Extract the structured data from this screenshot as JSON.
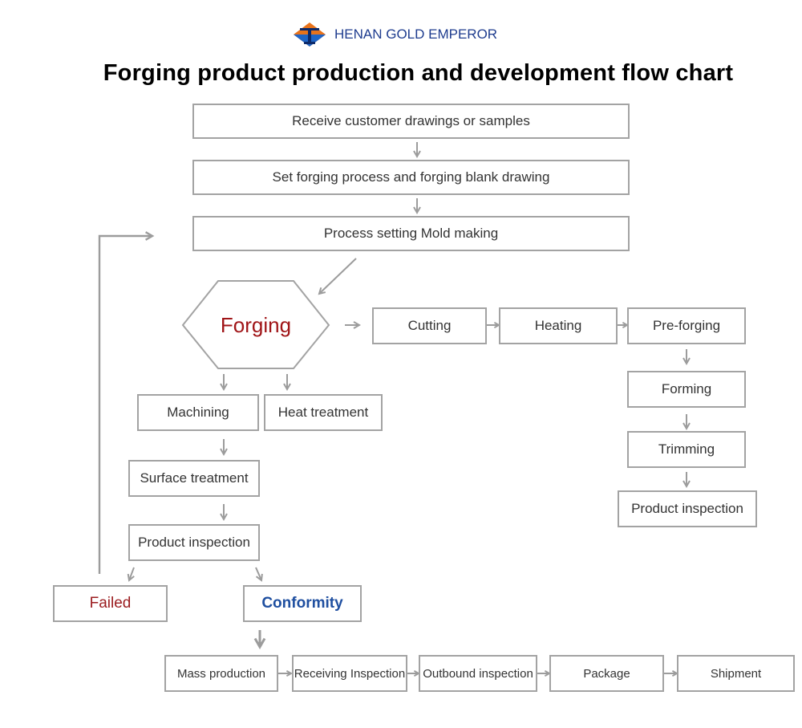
{
  "header": {
    "brand": "HENAN GOLD EMPEROR",
    "title": "Forging product production and development flow chart"
  },
  "colors": {
    "box_border": "#a3a3a3",
    "arrow": "#9c9c9c",
    "forging_text": "#a01518",
    "failed_text": "#9b1c1f",
    "conformity_text": "#1f4fa0",
    "brand_text": "#1f3d8f"
  },
  "steps": {
    "receive": "Receive customer drawings or samples",
    "set_process": "Set forging process and forging blank drawing",
    "process_setting": "Process setting   Mold making",
    "forging": "Forging",
    "cutting": "Cutting",
    "heating": "Heating",
    "pre_forging": "Pre-forging",
    "forming": "Forming",
    "trimming": "Trimming",
    "product_inspection_right": "Product inspection",
    "machining": "Machining",
    "heat_treatment": "Heat treatment",
    "surface_treatment": "Surface treatment",
    "product_inspection_left": "Product inspection",
    "failed": "Failed",
    "conformity": "Conformity",
    "mass_production": "Mass production",
    "receiving_inspection": "Receiving Inspection",
    "outbound_inspection": "Outbound inspection",
    "package": "Package",
    "shipment": "Shipment"
  }
}
